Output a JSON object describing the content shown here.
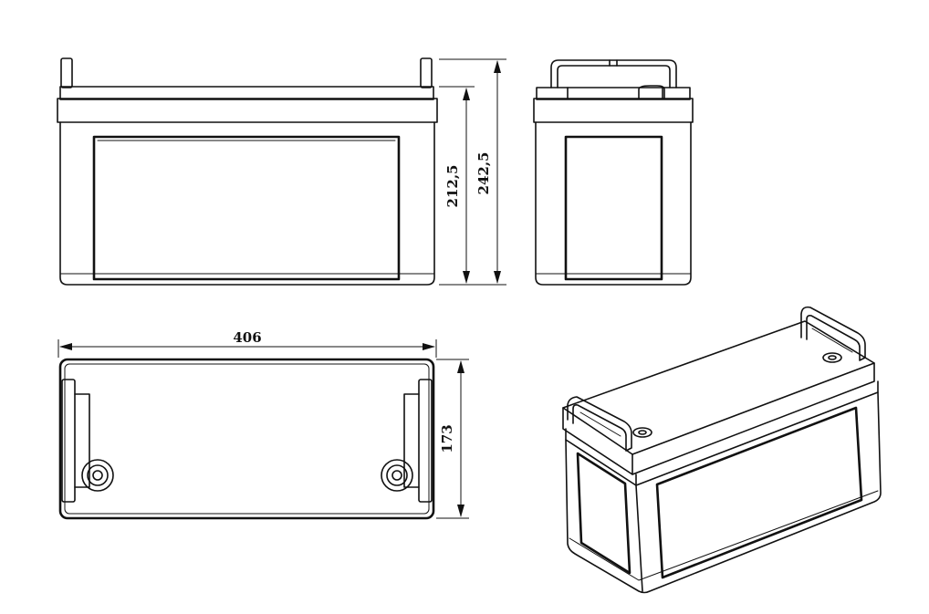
{
  "dimensions": {
    "length": "406",
    "width": "173",
    "container_height": "212,5",
    "total_height": "242,5"
  },
  "colors": {
    "line": "#111111",
    "background": "#ffffff"
  }
}
